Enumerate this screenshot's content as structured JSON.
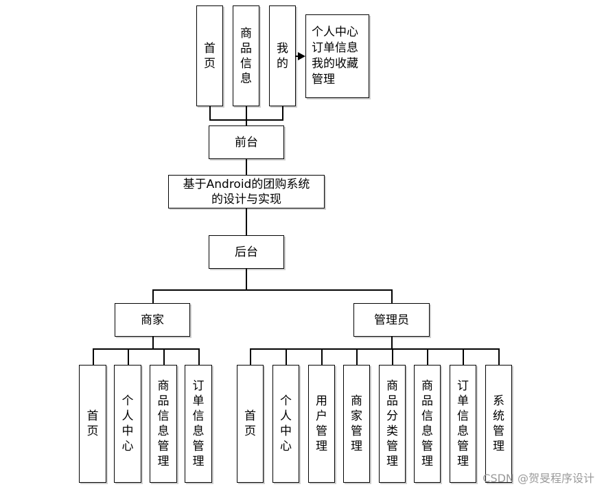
{
  "front": {
    "top_nodes": [
      "首页",
      "商品信息",
      "我的"
    ],
    "my_detail": [
      "个人中心",
      "订单信息",
      "我的收藏",
      "管理"
    ],
    "label": "前台"
  },
  "root": {
    "line1": "基于Android的团购系统",
    "line2": "的设计与实现"
  },
  "back": {
    "label": "后台",
    "merchant": {
      "label": "商家",
      "children": [
        "首页",
        "个人中心",
        "商品信息管理",
        "订单信息管理"
      ]
    },
    "admin": {
      "label": "管理员",
      "children": [
        "首页",
        "个人中心",
        "用户管理",
        "商家管理",
        "商品分类管理",
        "商品信息管理",
        "订单信息管理",
        "系统管理"
      ]
    }
  },
  "watermark": "CSDN @贺旻程序设计"
}
